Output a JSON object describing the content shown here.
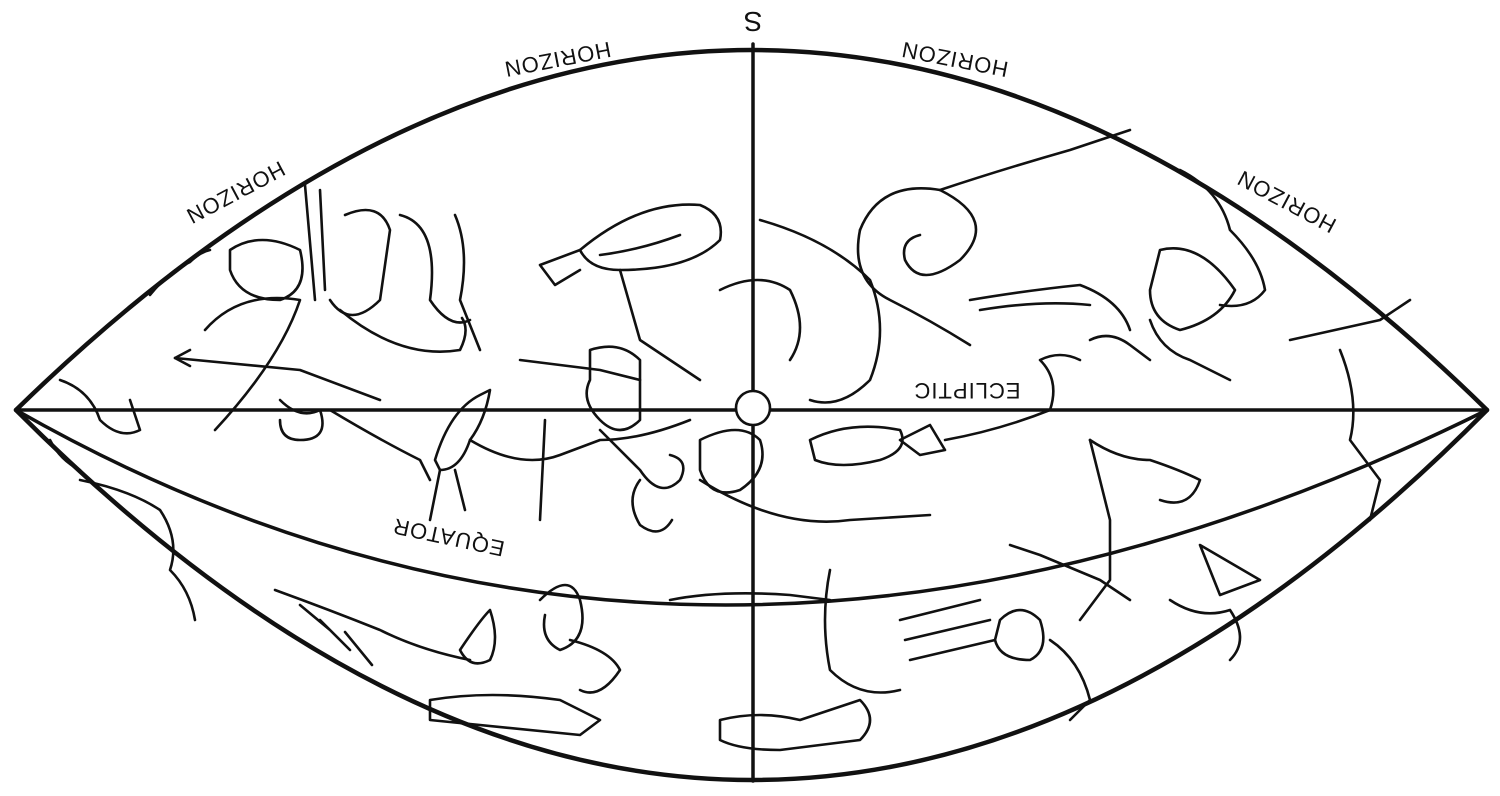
{
  "map": {
    "south_label": "S",
    "horizon_labels": [
      "HORIZON",
      "HORIZON",
      "HORIZON",
      "HORIZON"
    ],
    "ecliptic_label": "ECLIPTIC",
    "equator_label": "EQUATOR",
    "ink_color": "#111111",
    "paper_color": "#ffffff",
    "label_orientation": "upside-down"
  }
}
